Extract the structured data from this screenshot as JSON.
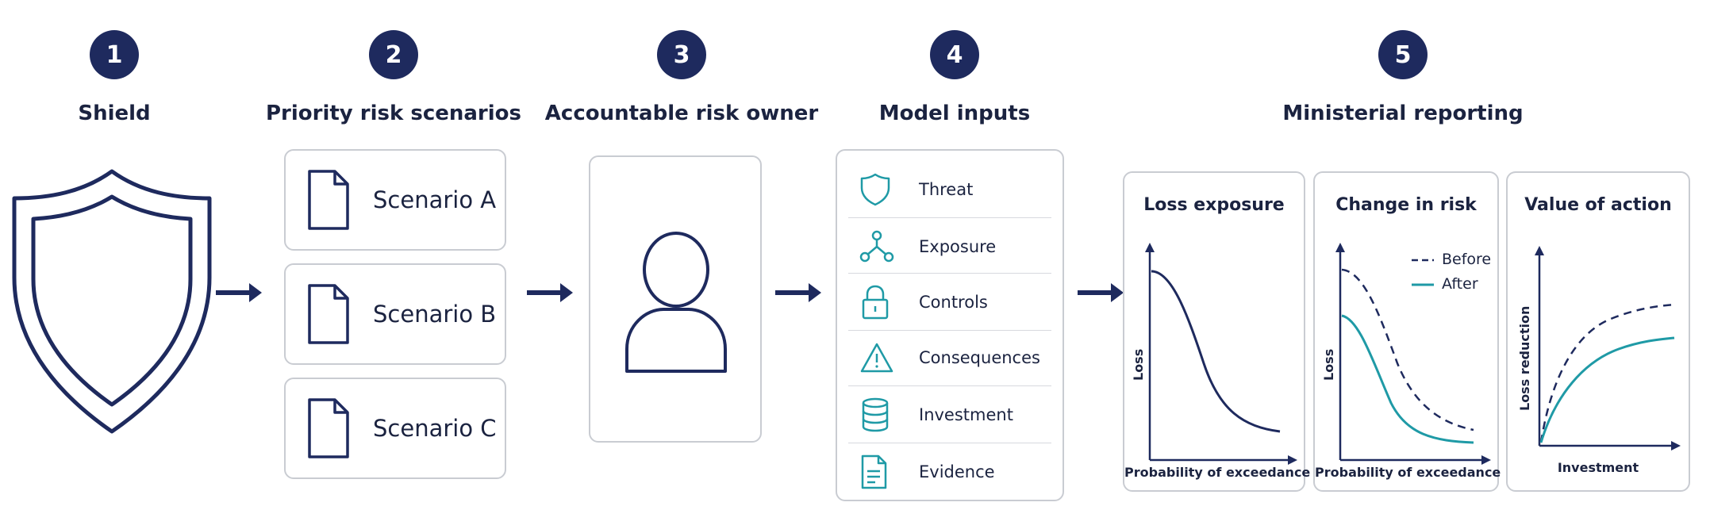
{
  "steps": [
    {
      "number": "1",
      "title": "Shield"
    },
    {
      "number": "2",
      "title": "Priority risk scenarios"
    },
    {
      "number": "3",
      "title": "Accountable risk owner"
    },
    {
      "number": "4",
      "title": "Model inputs"
    },
    {
      "number": "5",
      "title": "Ministerial reporting"
    }
  ],
  "scenarios": [
    "Scenario A",
    "Scenario B",
    "Scenario C"
  ],
  "model_inputs": [
    {
      "label": "Threat",
      "icon": "shield-icon"
    },
    {
      "label": "Exposure",
      "icon": "network-icon"
    },
    {
      "label": "Controls",
      "icon": "lock-icon"
    },
    {
      "label": "Consequences",
      "icon": "warning-icon"
    },
    {
      "label": "Investment",
      "icon": "database-icon"
    },
    {
      "label": "Evidence",
      "icon": "document-icon"
    }
  ],
  "colors": {
    "navy": "#1e2a5e",
    "teal": "#1f9aa6",
    "border": "#c9ccd2"
  },
  "charts": {
    "loss_exposure": {
      "title": "Loss exposure",
      "xlabel": "Probability of exceedance",
      "ylabel": "Loss"
    },
    "change_in_risk": {
      "title": "Change in risk",
      "xlabel": "Probability of exceedance",
      "ylabel": "Loss",
      "legend": [
        "Before",
        "After"
      ]
    },
    "value_of_action": {
      "title": "Value of action",
      "xlabel": "Investment",
      "ylabel": "Loss reduction"
    }
  }
}
